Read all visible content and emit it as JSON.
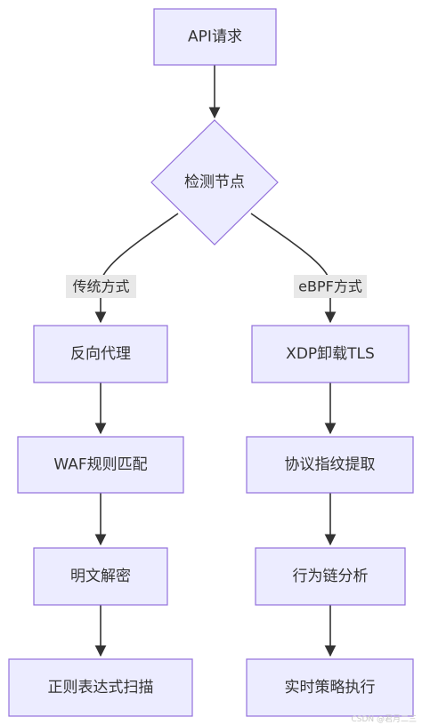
{
  "nodes": {
    "api_request": "API请求",
    "detect_node": "检测节点",
    "reverse_proxy": "反向代理",
    "waf_rules": "WAF规则匹配",
    "plaintext_decrypt": "明文解密",
    "regex_scan": "正则表达式扫描",
    "xdp_tls": "XDP卸载TLS",
    "protocol_fingerprint": "协议指纹提取",
    "behavior_chain": "行为链分析",
    "realtime_policy": "实时策略执行"
  },
  "edges": {
    "traditional_label": "传统方式",
    "ebpf_label": "eBPF方式"
  },
  "colors": {
    "node_fill": "#ECECFF",
    "node_stroke": "#9370DB",
    "edge": "#333333",
    "label_bg": "#E8E8E8"
  },
  "watermark": "CSDN @君月二三"
}
